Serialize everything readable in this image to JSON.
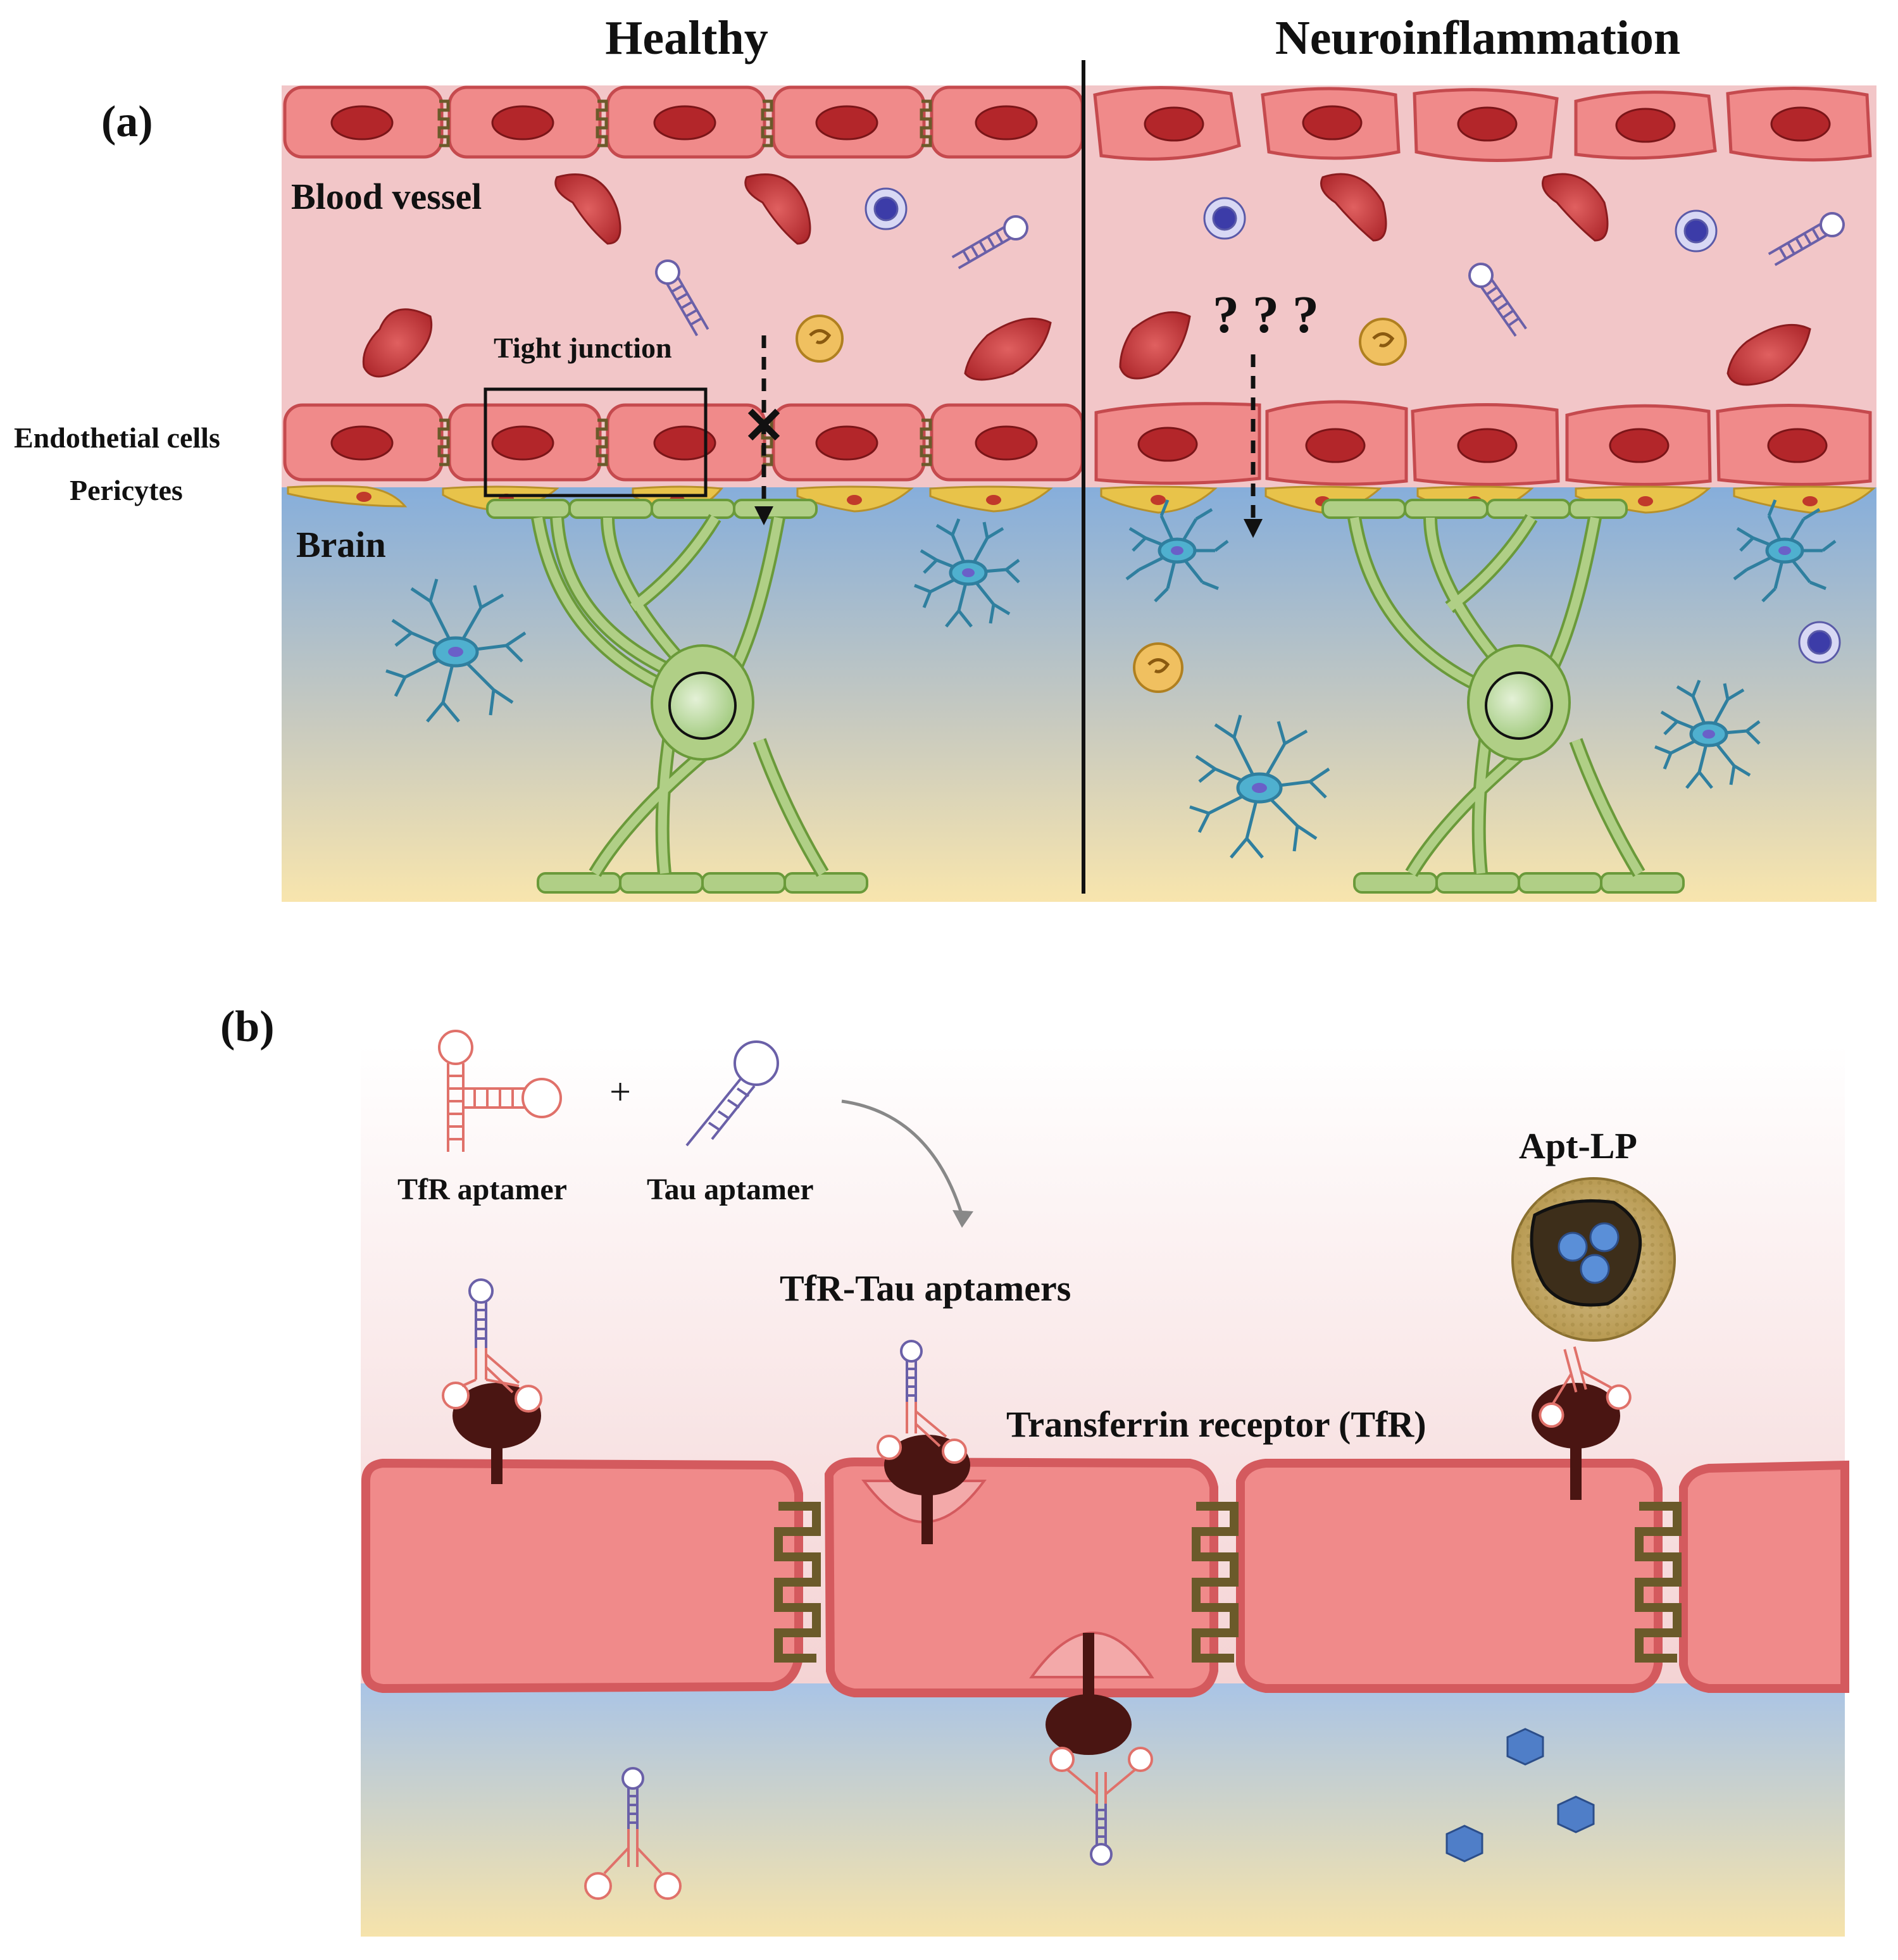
{
  "figure": {
    "panel_a": {
      "panel_label": "(a)",
      "title_left": "Healthy",
      "title_right": "Neuroinflammation",
      "blood_vessel_label": "Blood vessel",
      "tight_junction_label": "Tight junction",
      "endothelial_label": "Endothetial cells",
      "pericytes_label": "Pericytes",
      "brain_label": "Brain",
      "question_marks": "? ? ?",
      "blocked_mark": "✕"
    },
    "panel_b": {
      "panel_label": "(b)",
      "tfr_aptamer_label": "TfR aptamer",
      "plus_sign": "+",
      "tau_aptamer_label": "Tau aptamer",
      "combined_label": "TfR-Tau aptamers",
      "receptor_label": "Transferrin receptor (TfR)",
      "apt_lp_label": "Apt-LP"
    },
    "colors": {
      "endothelial": "#f08a8a",
      "nucleus": "#b3262a",
      "vessel_bg": "#f2c6c8",
      "brain_top": "#8eb1d8",
      "brain_bottom": "#f6e3ad",
      "pericyte": "#e8c34a",
      "astrocyte": "#b0cf86",
      "microglia": "#4fb0cf",
      "tight_junction": "#6b5a2a",
      "receptor": "#4a1512",
      "tfr_aptamer": "#e0716a",
      "tau_aptamer": "#6a60a8"
    }
  }
}
